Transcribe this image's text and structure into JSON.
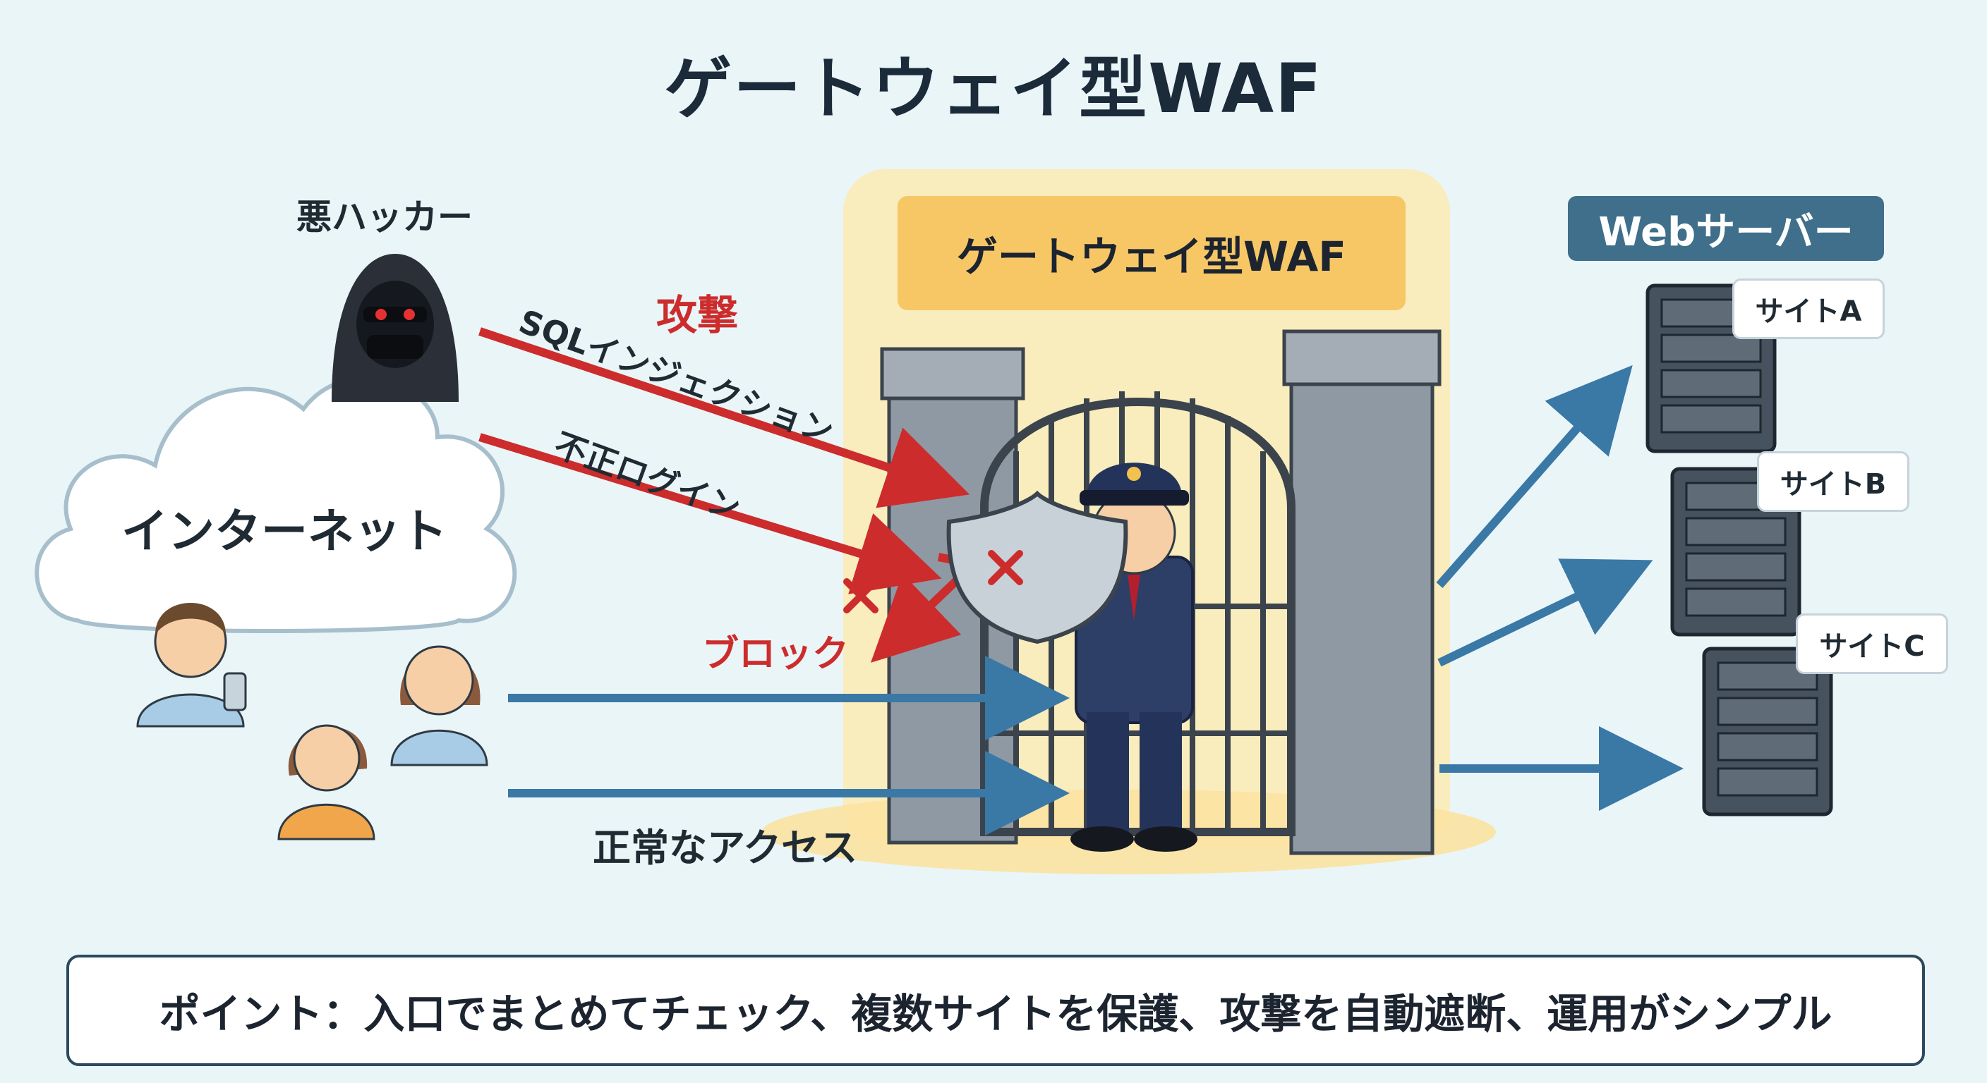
{
  "title": "ゲートウェイ型WAF",
  "gate": {
    "label": "ゲートウェイ型WAF"
  },
  "servers": {
    "label": "Webサーバー",
    "sites": [
      "サイトA",
      "サイトB",
      "サイトC"
    ]
  },
  "actors": {
    "hacker_label": "悪ハッカー",
    "internet_label": "インターネット"
  },
  "attacks": {
    "heading": "攻撃",
    "sql": "SQLインジェクション",
    "login": "不正ログイン",
    "block": "ブロック"
  },
  "traffic": {
    "normal": "正常なアクセス"
  },
  "point": "ポイント：入口でまとめてチェック、複数サイトを保護、攻撃を自動遮断、運用がシンプル",
  "colors": {
    "attack": "#cc2c2c",
    "normal": "#3a78a6",
    "gate_highlight": "#f7c766",
    "server_label_bg": "#3f6f8a",
    "background": "#eaf5f8"
  },
  "icons": [
    "hacker-icon",
    "cloud-icon",
    "user-icon",
    "guard-icon",
    "shield-icon",
    "gate-icon",
    "server-icon",
    "block-cross-icon"
  ]
}
